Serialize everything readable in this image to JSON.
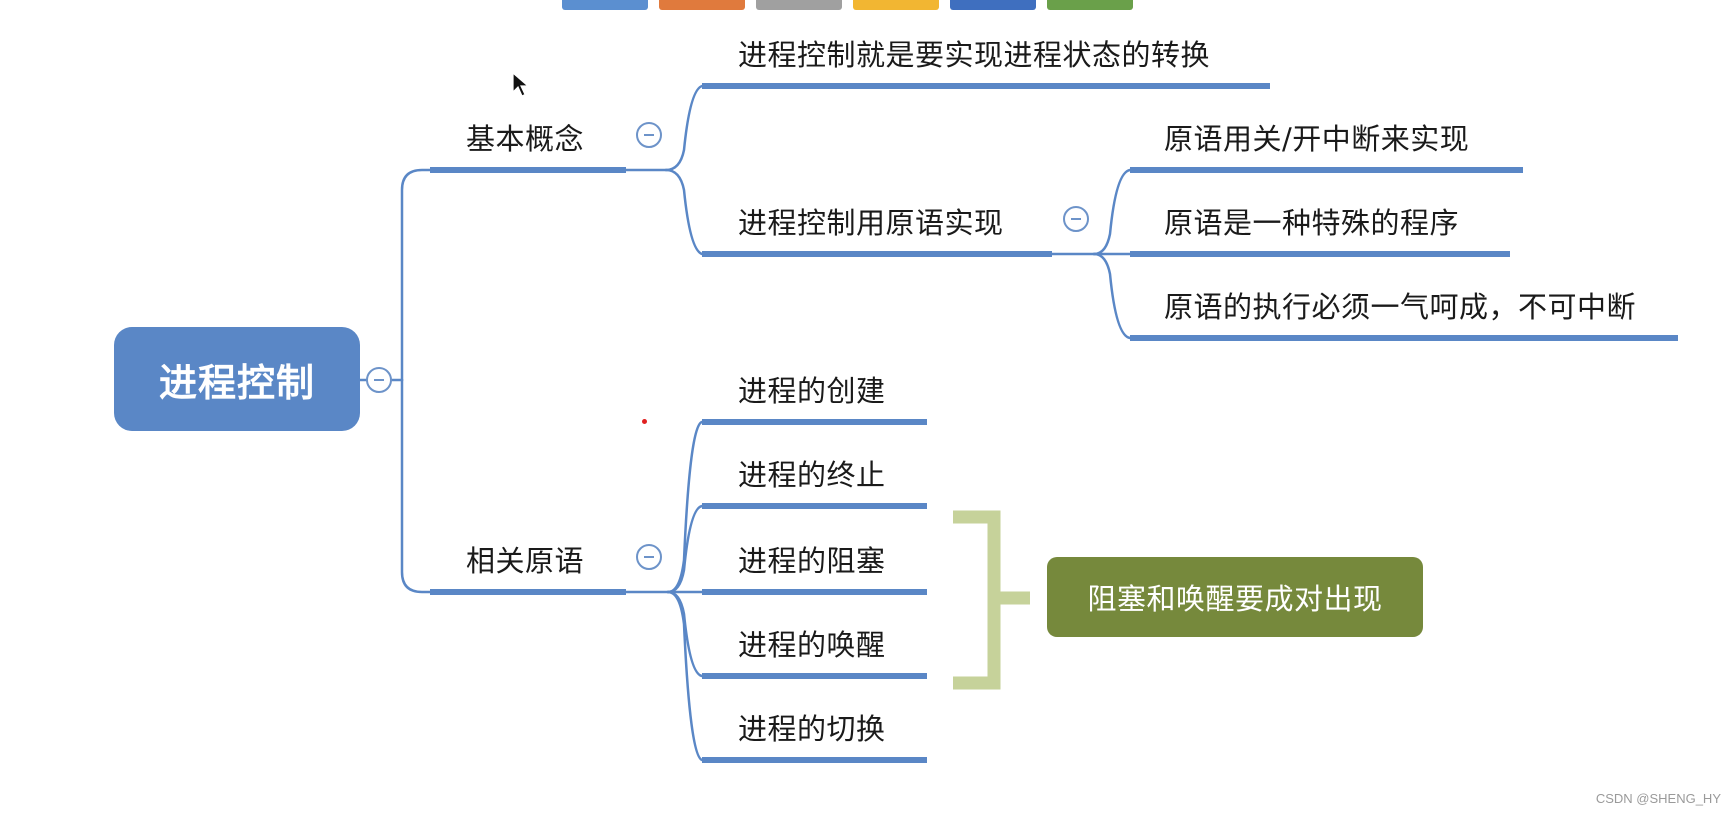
{
  "toolbar": {
    "swatches": [
      {
        "name": "blue-swatch",
        "color": "#5b8fd0"
      },
      {
        "name": "orange-swatch",
        "color": "#e07a3d"
      },
      {
        "name": "gray-swatch",
        "color": "#a0a0a0"
      },
      {
        "name": "yellow-swatch",
        "color": "#f2b632"
      },
      {
        "name": "darkblue-swatch",
        "color": "#3f6fbf"
      },
      {
        "name": "green-swatch",
        "color": "#6aa04a"
      }
    ]
  },
  "mindmap": {
    "root": "进程控制",
    "branches": [
      {
        "label": "基本概念",
        "children": [
          {
            "label": "进程控制就是要实现进程状态的转换"
          },
          {
            "label": "进程控制用原语实现",
            "children": [
              {
                "label": "原语用关/开中断来实现"
              },
              {
                "label": "原语是一种特殊的程序"
              },
              {
                "label": "原语的执行必须一气呵成，不可中断"
              }
            ]
          }
        ]
      },
      {
        "label": "相关原语",
        "children": [
          {
            "label": "进程的创建"
          },
          {
            "label": "进程的终止"
          },
          {
            "label": "进程的阻塞"
          },
          {
            "label": "进程的唤醒"
          },
          {
            "label": "进程的切换"
          }
        ]
      }
    ],
    "summary_callout": "阻塞和唤醒要成对出现"
  },
  "colors": {
    "connector": "#5a87c6",
    "root_fill": "#5a87c6",
    "callout_fill": "#76893c",
    "bracket": "#c6d29a"
  },
  "watermark": "CSDN @SHENG_HY"
}
